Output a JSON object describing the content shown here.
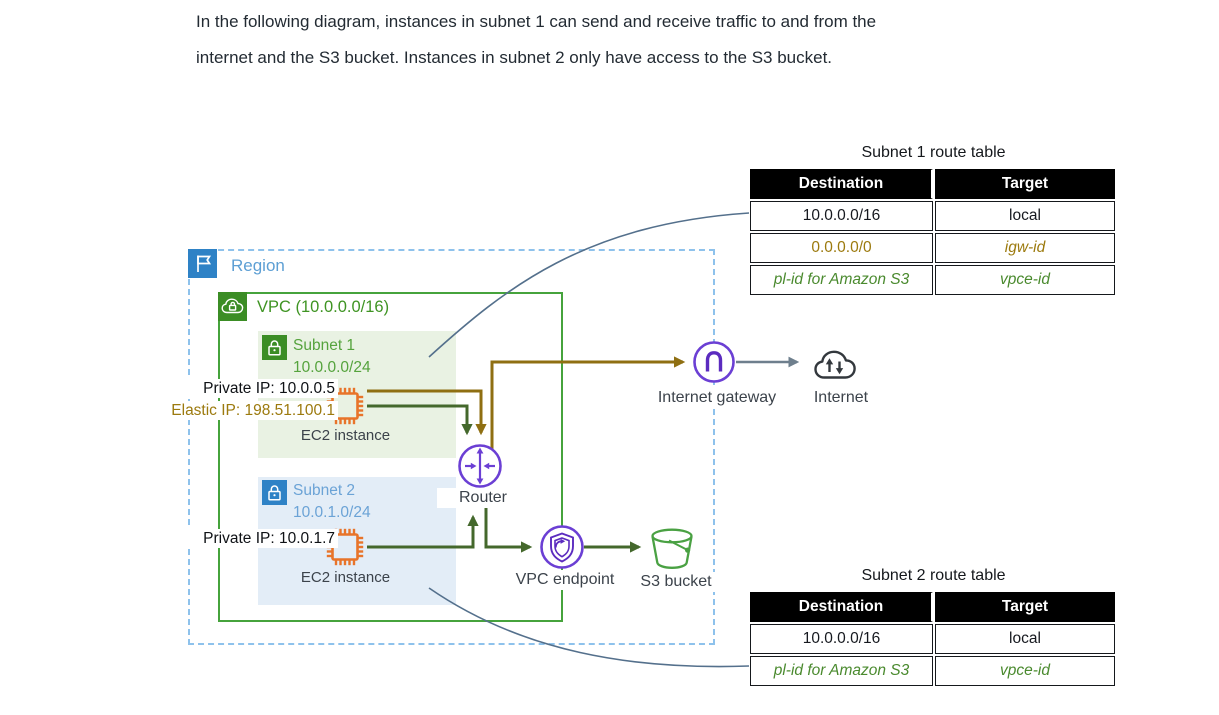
{
  "description": {
    "line1": "In the following diagram, instances in subnet 1 can send and receive traffic to and from the",
    "line2": "internet and the S3 bucket. Instances in subnet 2 only have access to the S3 bucket."
  },
  "diagram": {
    "region": {
      "label": "Region"
    },
    "vpc": {
      "label": "VPC (10.0.0.0/16)"
    },
    "subnet1": {
      "name": "Subnet 1",
      "cidr": "10.0.0.0/24",
      "instance_label": "EC2 instance",
      "private_ip": "Private IP: 10.0.0.5",
      "elastic_ip": "Elastic IP: 198.51.100.1"
    },
    "subnet2": {
      "name": "Subnet 2",
      "cidr": "10.0.1.0/24",
      "instance_label": "EC2 instance",
      "private_ip": "Private IP: 10.0.1.7"
    },
    "nodes": {
      "router": "Router",
      "vpc_endpoint": "VPC endpoint",
      "s3_bucket": "S3 bucket",
      "internet_gateway": "Internet gateway",
      "internet": "Internet"
    }
  },
  "route_table_1": {
    "title": "Subnet 1 route table",
    "headers": [
      "Destination",
      "Target"
    ],
    "rows": [
      {
        "destination": "10.0.0.0/16",
        "target": "local"
      },
      {
        "destination": "0.0.0.0/0",
        "target": "igw-id"
      },
      {
        "destination": "pl-id for Amazon S3",
        "target": "vpce-id"
      }
    ]
  },
  "route_table_2": {
    "title": "Subnet 2 route table",
    "headers": [
      "Destination",
      "Target"
    ],
    "rows": [
      {
        "destination": "10.0.0.0/16",
        "target": "local"
      },
      {
        "destination": "pl-id for Amazon S3",
        "target": "vpce-id"
      }
    ]
  },
  "icons": {
    "region": "flag-icon",
    "vpc": "cloud-lock-icon",
    "subnet": "padlock-icon",
    "ec2": "chip-icon",
    "router": "router-arrows-icon",
    "vpc_endpoint": "shield-endpoint-icon",
    "internet_gateway": "gateway-icon",
    "internet": "cloud-updown-icon",
    "s3": "bucket-icon"
  },
  "colors": {
    "vpc_border_green": "#46a33c",
    "subnet1_text_green": "#55a33d",
    "region_blue": "#2e82c6",
    "subnet2_text_blue": "#6ba3d6",
    "route_igw_olive": "#9c7a0e",
    "route_vpce_green": "#4a8a2e",
    "traffic_internet_olive": "#8f6f12",
    "traffic_local_green": "#44682c",
    "aws_purple": "#6b3fd4",
    "ec2_orange": "#e8742a",
    "connector_slate": "#54708c"
  }
}
